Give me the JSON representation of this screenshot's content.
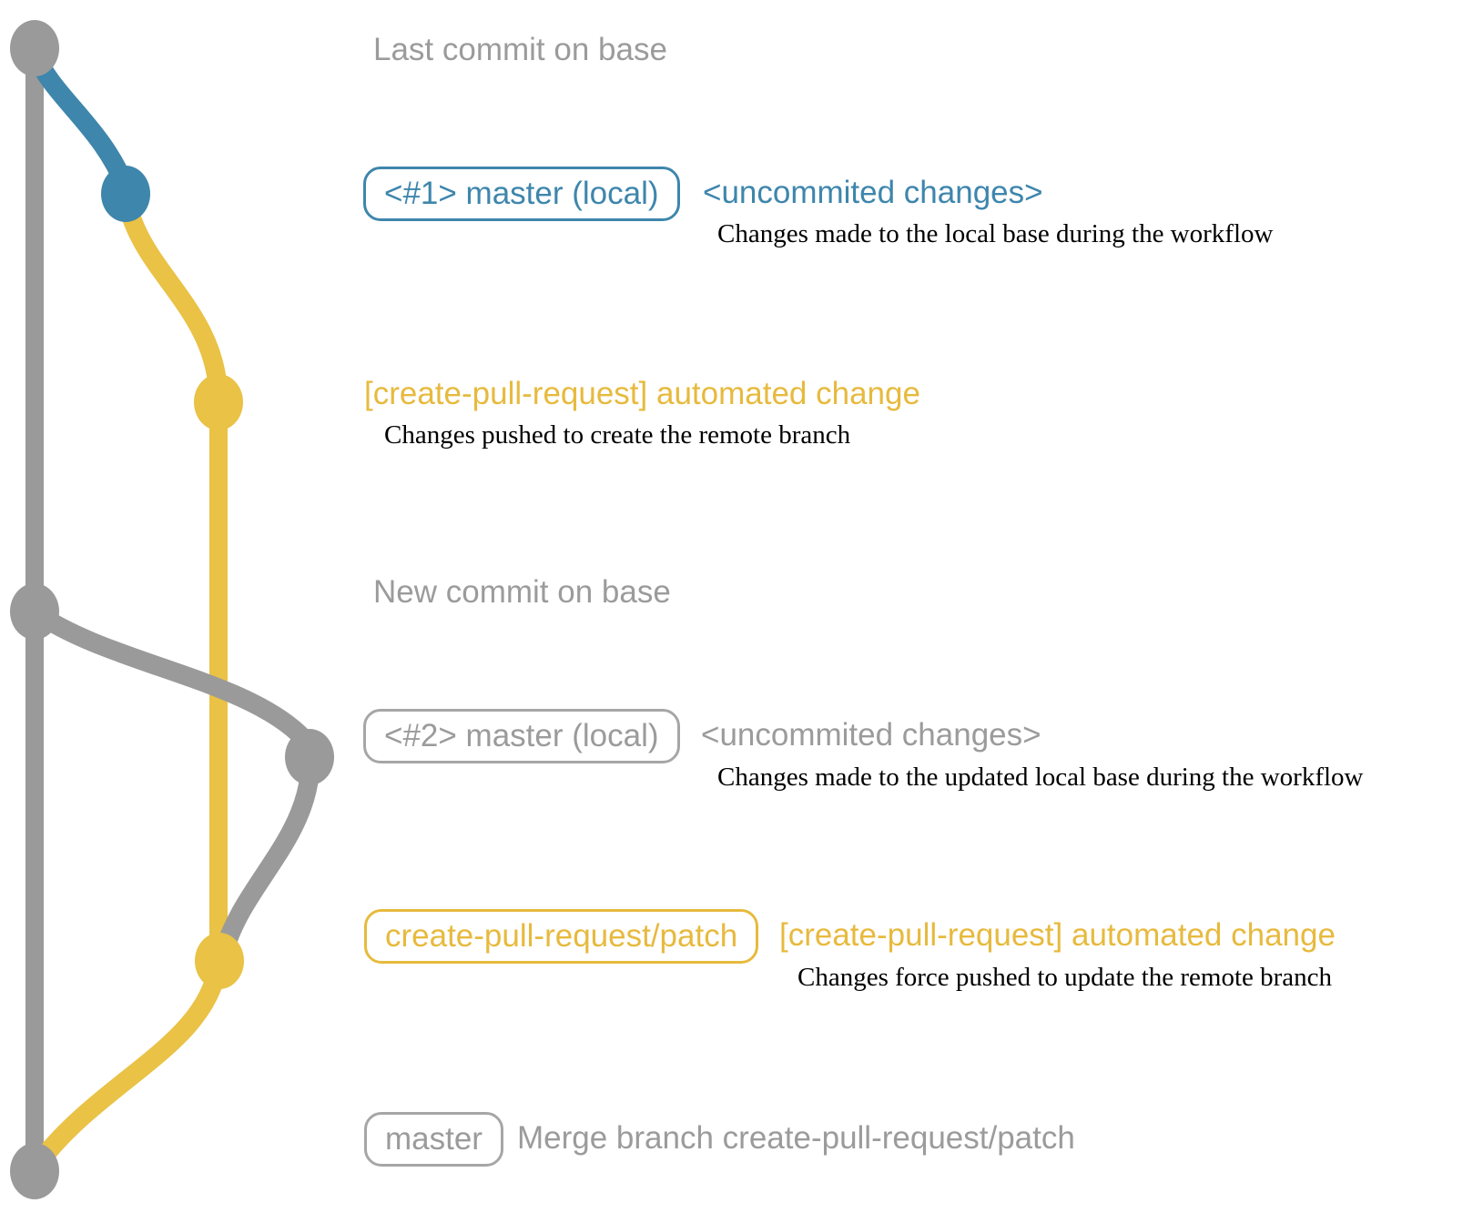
{
  "colors": {
    "gray": "#9a9a9a",
    "blue": "#3e86ac",
    "yellow": "#e9c246",
    "gray_text": "#9b9b9b",
    "yellow_text": "#e7ba3e",
    "desc_text": "#000000"
  },
  "rows": {
    "row1": {
      "title": "Last commit on base"
    },
    "row2": {
      "badge": "<#1> master (local)",
      "title": "<uncommited changes>",
      "desc": "Changes made to the local base during the workflow"
    },
    "row3": {
      "title": "[create-pull-request] automated change",
      "desc": "Changes pushed to create the remote branch"
    },
    "row4": {
      "title": "New commit on base"
    },
    "row5": {
      "badge": "<#2> master (local)",
      "title": "<uncommited changes>",
      "desc": "Changes made to the updated local base during the workflow"
    },
    "row6": {
      "badge": "create-pull-request/patch",
      "title": "[create-pull-request] automated change",
      "desc": "Changes force pushed to update the remote branch"
    },
    "row7": {
      "badge": "master",
      "title": "Merge branch create-pull-request/patch"
    }
  },
  "graph": {
    "branches": [
      {
        "name": "base (master remote)",
        "color": "gray"
      },
      {
        "name": "master local #1 uncommitted",
        "color": "blue"
      },
      {
        "name": "create-pull-request/patch",
        "color": "yellow"
      },
      {
        "name": "master local #2 uncommitted",
        "color": "gray"
      }
    ],
    "nodes": [
      {
        "name": "last-commit-on-base",
        "color": "gray"
      },
      {
        "name": "uncommitted-changes-1",
        "color": "blue"
      },
      {
        "name": "automated-change-push",
        "color": "yellow"
      },
      {
        "name": "new-commit-on-base",
        "color": "gray"
      },
      {
        "name": "uncommitted-changes-2",
        "color": "gray"
      },
      {
        "name": "automated-change-force-push",
        "color": "yellow"
      },
      {
        "name": "merge-commit",
        "color": "gray"
      }
    ]
  }
}
